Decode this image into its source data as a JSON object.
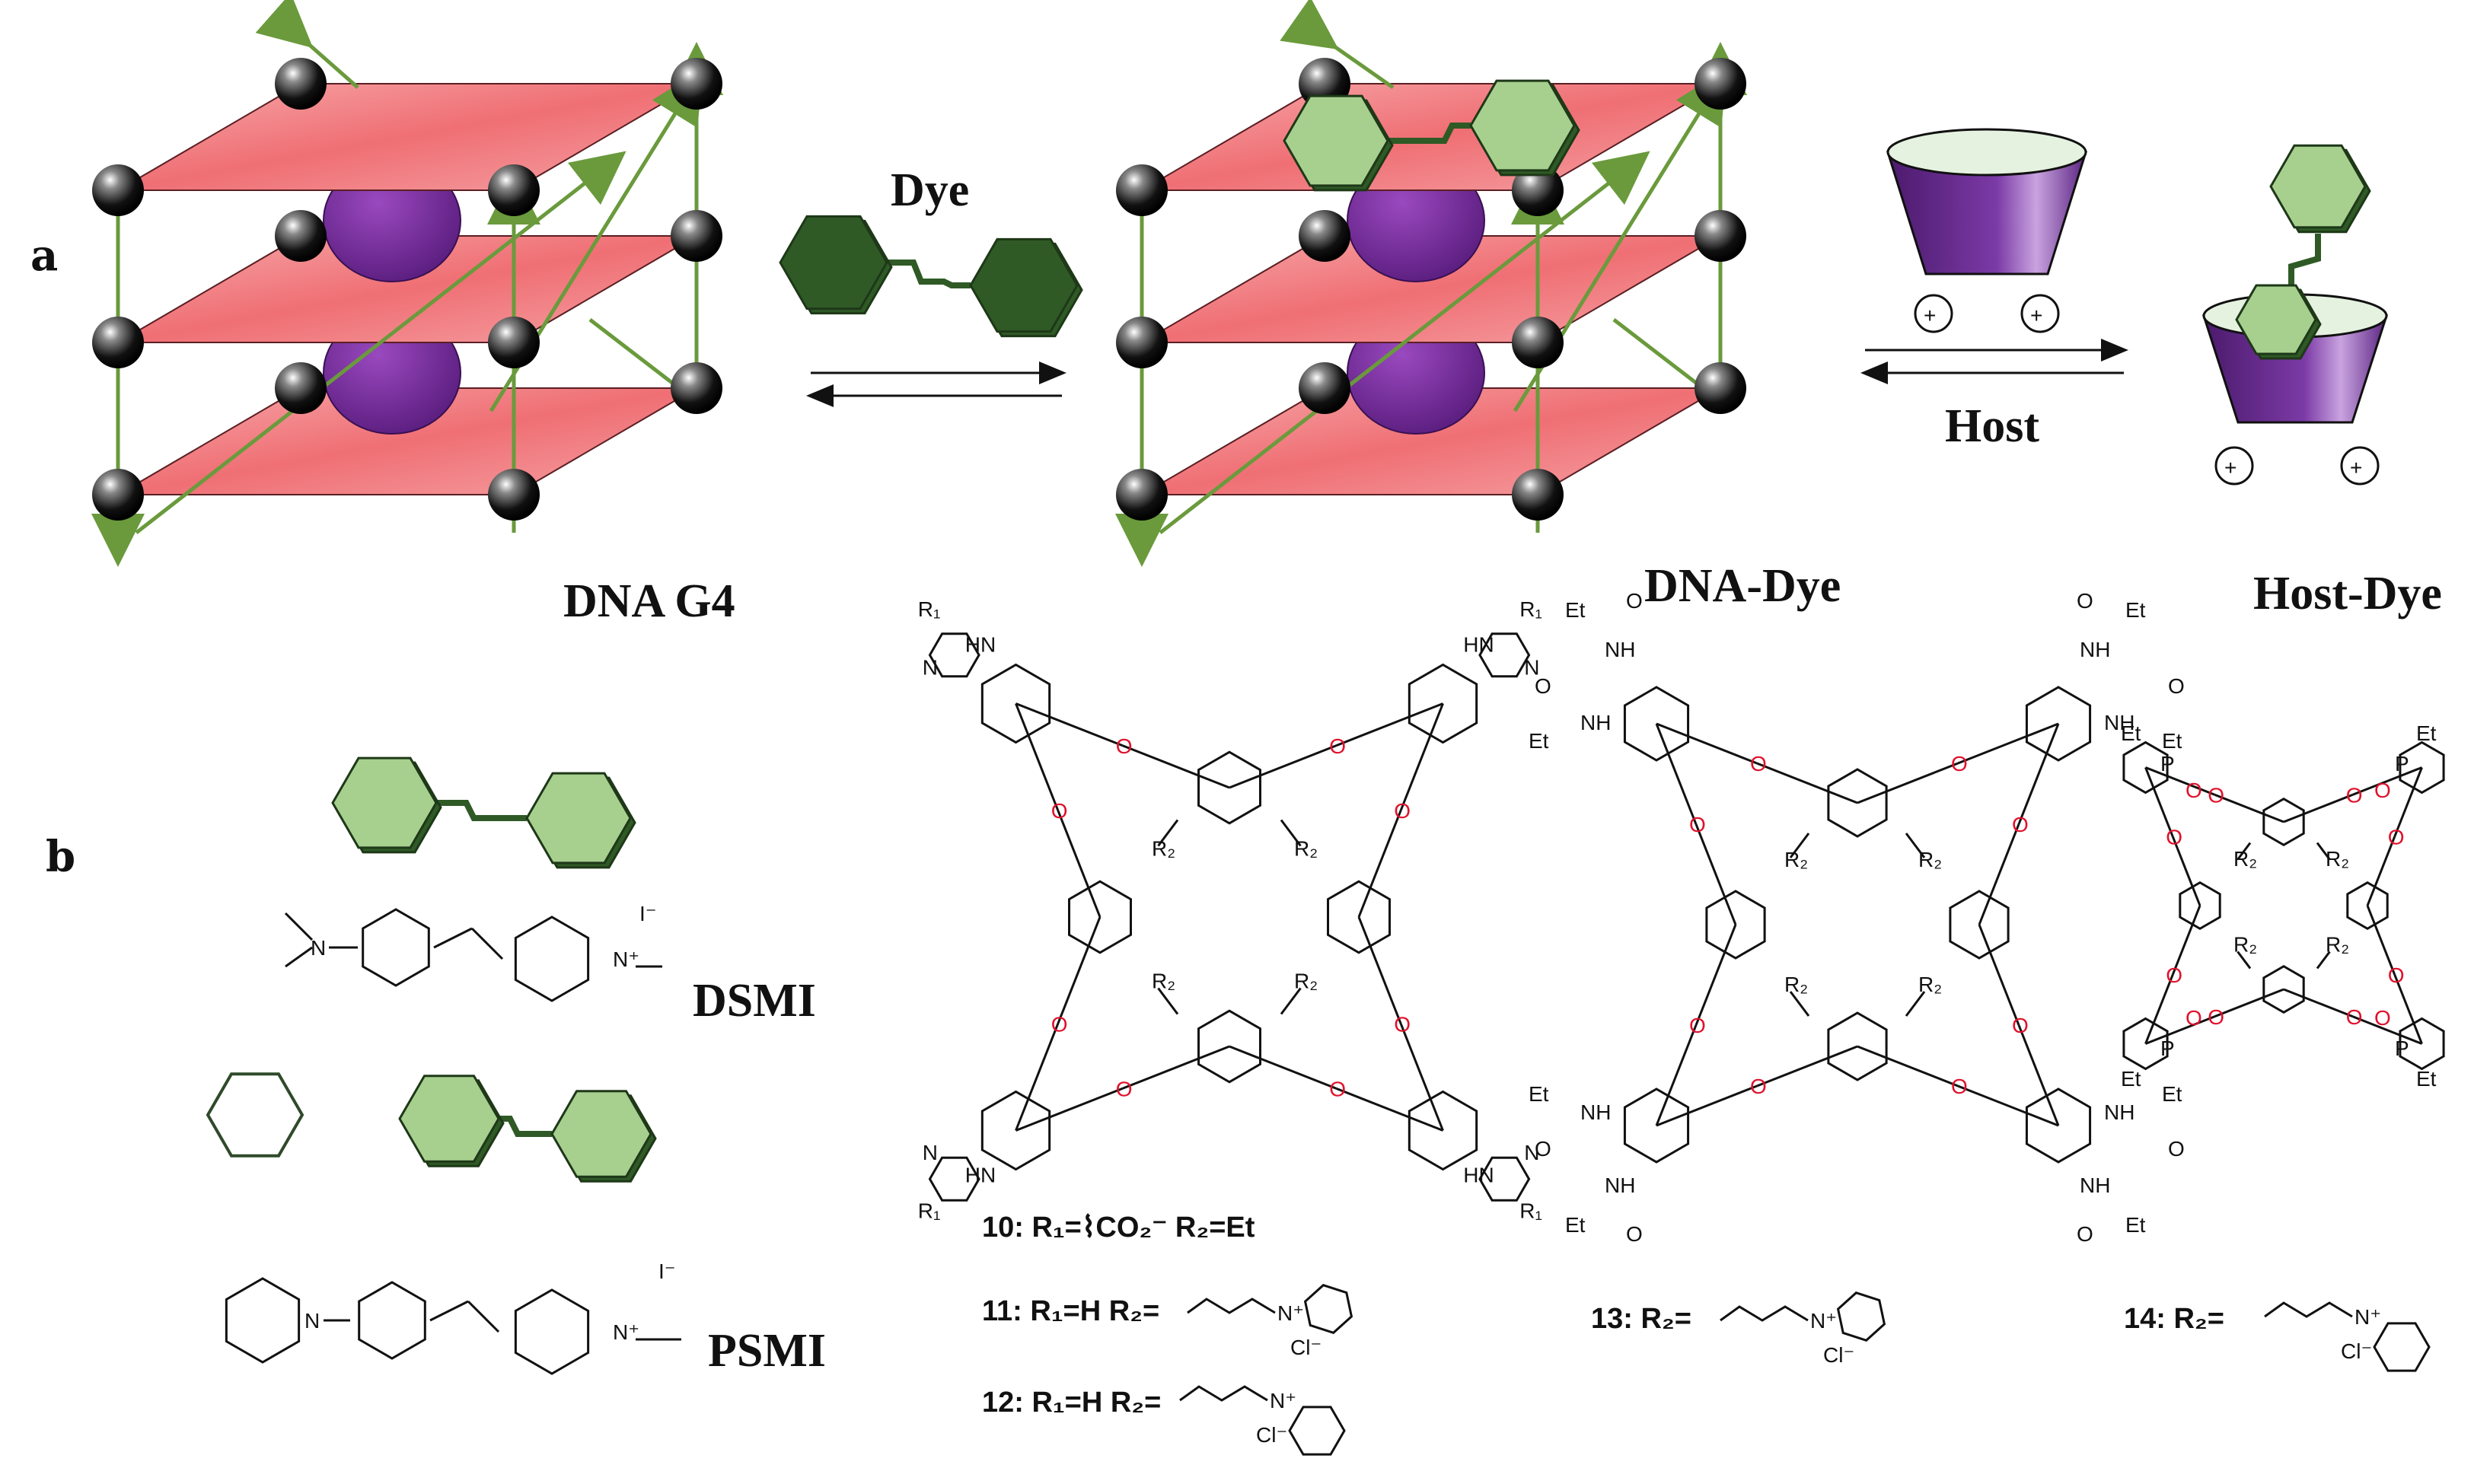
{
  "panel_labels": {
    "a": "a",
    "b": "b"
  },
  "scheme": {
    "dye_label": "Dye",
    "host_label": "Host",
    "state_labels": {
      "dna_g4": "DNA G4",
      "dna_dye": "DNA-Dye",
      "host_dye": "Host-Dye"
    },
    "charge_symbol": "+"
  },
  "dyes": [
    {
      "name": "DSMI",
      "counterion": "I⁻"
    },
    {
      "name": "PSMI",
      "counterion": "I⁻"
    }
  ],
  "hosts": {
    "h10": {
      "line": "10: R₁=⌇CO₂⁻  R₂=Et"
    },
    "h11": {
      "line": "11: R₁=H  R₂="
    },
    "h12": {
      "line": "12: R₁=H  R₂="
    },
    "h13": {
      "line": "13: R₂="
    },
    "h14": {
      "line": "14: R₂="
    },
    "atom_labels": {
      "R1": "R₁",
      "R2": "R₂",
      "O": "O",
      "N": "N",
      "HN": "HN",
      "NH": "NH",
      "H": "H",
      "Et": "Et",
      "P": "P",
      "Cl": "Cl⁻",
      "Nplus": "N⁺"
    }
  },
  "colors": {
    "tetrad_fill": "#f2868a",
    "cation_fill": "#7a2a9c",
    "strand": "#6a9a3c",
    "dye_dark": "#2f5a26",
    "dye_light": "#a7d08f",
    "host_purple": "#6b2f8e",
    "oxygen": "#e0112b"
  }
}
